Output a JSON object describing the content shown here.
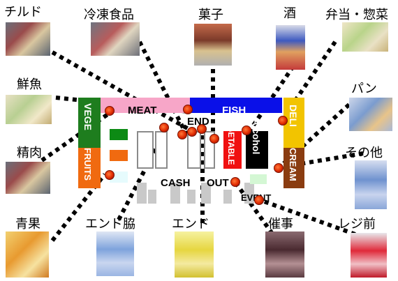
{
  "labels": {
    "chilled": "チルド",
    "frozen": "冷凍食品",
    "sweets": "菓子",
    "liquor": "酒",
    "bento": "弁当・惣菜",
    "fish": "鮮魚",
    "bread": "パン",
    "meat": "精肉",
    "other": "その他",
    "fruit_veg": "青果",
    "end_side": "エンド脇",
    "end": "エンド",
    "event": "催事",
    "register_front": "レジ前"
  },
  "zones": {
    "vege": "VEGE",
    "fruits": "FRUITS",
    "meat": "MEAT",
    "fish": "FISH",
    "deli": "DELI",
    "cream": "CREAM",
    "vegetable": "VEGETABLE",
    "alcohol": "Alcohol",
    "end": "END",
    "cash": "CASH",
    "out": "OUT",
    "event": "EVENT"
  },
  "colors": {
    "vege": "#1e7d1e",
    "fruits": "#f06a10",
    "meat": "#f7a6c8",
    "fish": "#0a10e8",
    "deli": "#f2c400",
    "cream": "#8a3c10",
    "vegetable_block": "#f01010",
    "alcohol_block": "#000000",
    "green_small": "#0c8a14",
    "orange_small": "#f06a10",
    "cyan_small": "#e6fbfd",
    "event_green": "#d4f7d4",
    "dot": "#e02a00",
    "gray": "#c9c9c9"
  }
}
